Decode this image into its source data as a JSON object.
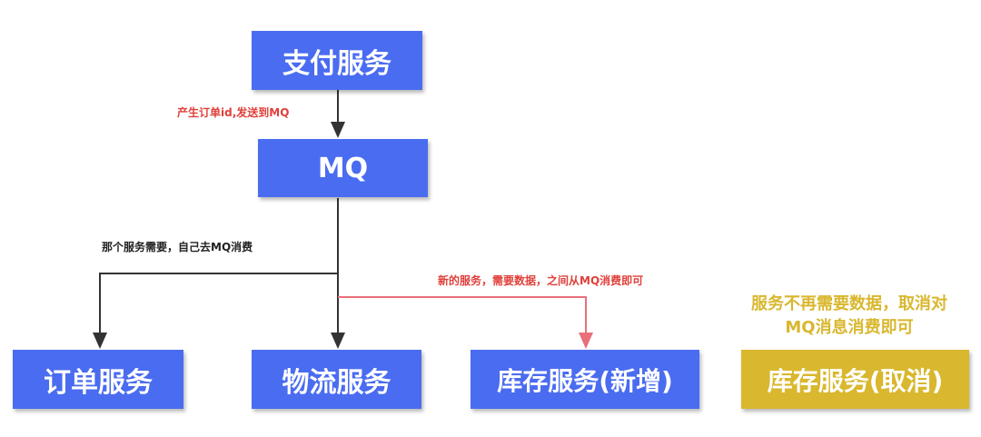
{
  "nodes": {
    "payment": "支付服务",
    "mq": "MQ",
    "order": "订单服务",
    "logistics": "物流服务",
    "inventory_new": "库存服务(新增)",
    "inventory_cancel": "库存服务(取消)"
  },
  "annotations": {
    "produce": "产生订单id,发送到MQ",
    "consume_self": "那个服务需要，自己去MQ消费",
    "new_service": "新的服务，需要数据，之间从MQ消费即可",
    "cancel_line1": "服务不再需要数据，取消对",
    "cancel_line2": "MQ消息消费即可"
  },
  "colors": {
    "box_blue": "#4a6cf0",
    "box_gold": "#d9b72e",
    "arrow_dark": "#333333",
    "arrow_red": "#e8707a",
    "text_red": "#e0403a",
    "text_gold": "#d9b72e"
  }
}
